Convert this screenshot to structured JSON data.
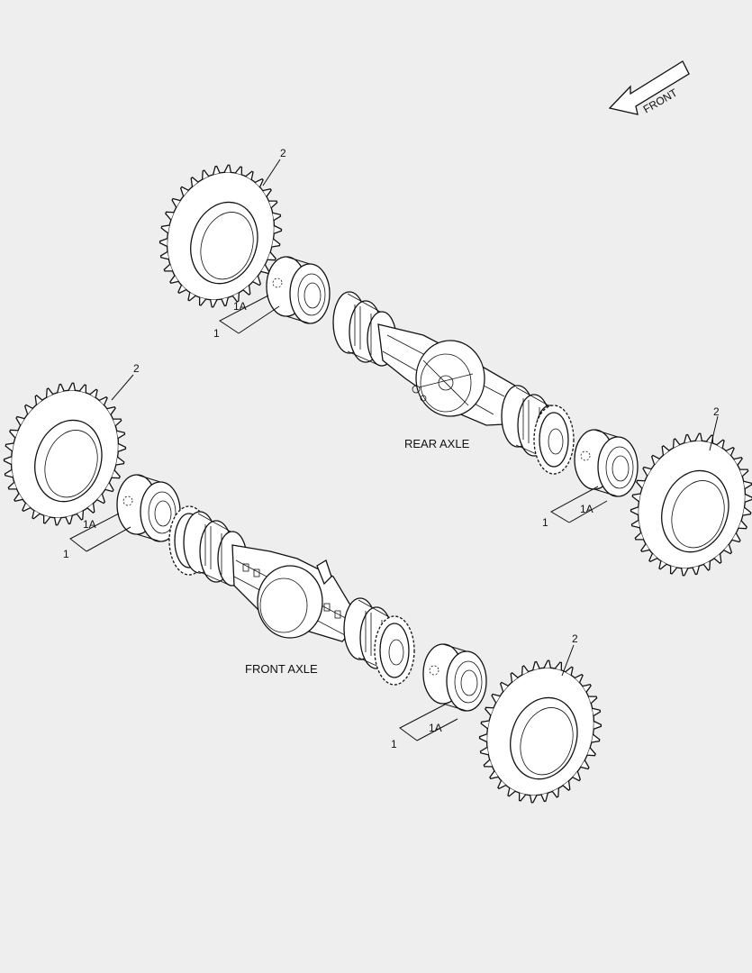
{
  "front_arrow_text": "FRONT",
  "axle_labels": {
    "rear": "REAR AXLE",
    "front": "FRONT AXLE"
  },
  "callouts": {
    "tire": "2",
    "wheel_assembly": "1",
    "wheel_rim": "1A"
  }
}
